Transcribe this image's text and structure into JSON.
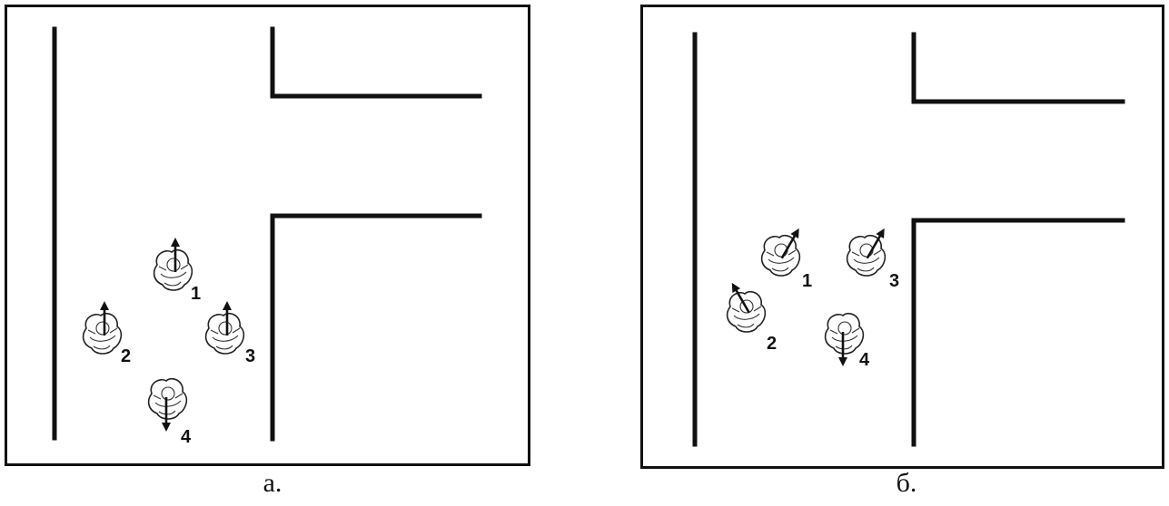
{
  "panels": [
    {
      "id": "a",
      "caption": "а.",
      "soldiers": [
        {
          "number": "1",
          "direction": "up"
        },
        {
          "number": "2",
          "direction": "up"
        },
        {
          "number": "3",
          "direction": "up"
        },
        {
          "number": "4",
          "direction": "down"
        }
      ]
    },
    {
      "id": "b",
      "caption": "б.",
      "soldiers": [
        {
          "number": "1",
          "direction": "up-right"
        },
        {
          "number": "2",
          "direction": "up-left"
        },
        {
          "number": "3",
          "direction": "up-right"
        },
        {
          "number": "4",
          "direction": "down"
        }
      ]
    }
  ],
  "colors": {
    "line": "#111111",
    "background": "#ffffff"
  },
  "icons": [
    "soldier-icon",
    "direction-arrow-icon"
  ]
}
